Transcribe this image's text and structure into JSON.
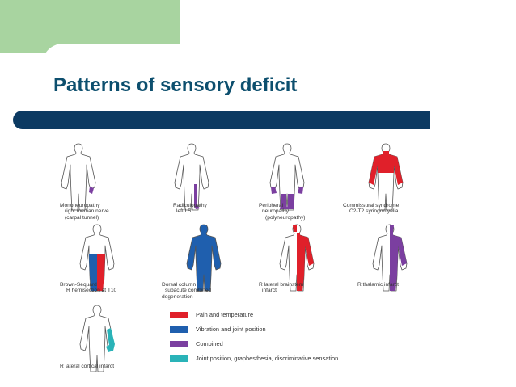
{
  "slide": {
    "title": "Patterns of sensory deficit",
    "colors": {
      "corner": "#a8d4a0",
      "title_text": "#0d4f6e",
      "title_bar": "#0c3a62",
      "pain": "#e0202a",
      "vibration": "#1f5fae",
      "combined": "#7b3fa0",
      "cortical": "#2ab3b8"
    }
  },
  "figures": [
    {
      "id": "mono",
      "caption": [
        "Mononeuropathy",
        "right median nerve",
        "(carpal tunnel)"
      ],
      "deficit": "combined",
      "region": "right-hand"
    },
    {
      "id": "radic",
      "caption": [
        "Radiculopathy",
        "left L5"
      ],
      "deficit": "combined",
      "region": "left-l5-leg-strip"
    },
    {
      "id": "periph",
      "caption": [
        "Peripheral",
        "neuropathy",
        "(polyneuropathy)"
      ],
      "deficit": "combined",
      "region": "hands-and-feet"
    },
    {
      "id": "commiss",
      "caption": [
        "Commissural syndrome",
        "C2-T2 syringomyelia"
      ],
      "deficit": "pain",
      "region": "shoulders-arms-upper-trunk"
    },
    {
      "id": "brown",
      "caption": [
        "Brown-Séquard",
        "R hemisection at T10"
      ],
      "deficit": "split-legs",
      "region": "legs"
    },
    {
      "id": "dorsal",
      "caption": [
        "Dorsal column",
        "subacute combined",
        "degeneration"
      ],
      "deficit": "vibration",
      "region": "whole-body"
    },
    {
      "id": "brainstem",
      "caption": [
        "R lateral brainstem",
        "infarct"
      ],
      "deficit": "pain",
      "region": "left-face-right-body"
    },
    {
      "id": "thalamic",
      "caption": [
        "R thalamic infarct"
      ],
      "deficit": "combined",
      "region": "left-hemibody"
    },
    {
      "id": "cortical",
      "caption": [
        "R lateral cortical infarct"
      ],
      "deficit": "cortical",
      "region": "left-hand-arm"
    }
  ],
  "legend": [
    {
      "label": "Pain and temperature",
      "color": "#e0202a"
    },
    {
      "label": "Vibration and joint position",
      "color": "#1f5fae"
    },
    {
      "label": "Combined",
      "color": "#7b3fa0"
    },
    {
      "label": "Joint position, graphesthesia, discriminative sensation",
      "color": "#2ab3b8"
    }
  ]
}
